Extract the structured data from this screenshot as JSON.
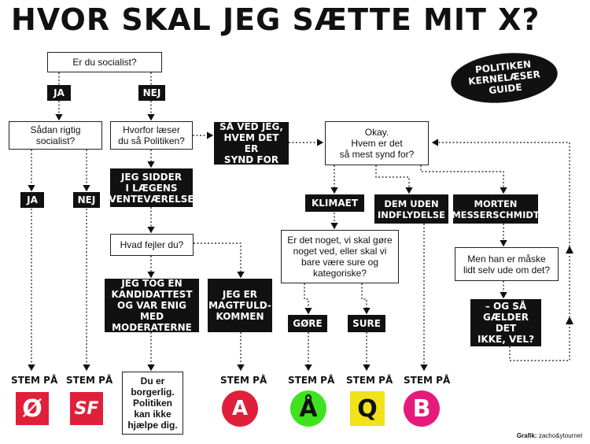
{
  "title": "HVOR SKAL JEG SÆTTE MIT X?",
  "guide": "POLITIKEN\nKERNELÆSER\nGUIDE",
  "nodes": {
    "q_socialist": "Er du socialist?",
    "ja1": "JA",
    "nej1": "NEJ",
    "q_rigtig": "Sådan rigtig\nsocialist?",
    "q_hvorfor": "Hvorfor læser\ndu så Politiken?",
    "synd_for": "SÅ VED JEG,\nHVEM DET ER\nSYND FOR",
    "q_okay": "Okay.\nHvem er det\nså mest synd for?",
    "ja2": "JA",
    "nej2": "NEJ",
    "venteværelse": "JEG SIDDER\nI LÆGENS\nVENTEVÆRELSE",
    "klimaet": "KLIMAET",
    "dem_uden": "DEM UDEN\nINDFLYDELSE",
    "morten": "MORTEN\nMESSERSCHMIDT",
    "q_fejler": "Hvad fejler du?",
    "q_gore": "Er det noget, vi skal gøre\nnoget ved, eller skal vi\nbare være sure og\nkategoriske?",
    "q_selv_ude": "Men han er måske\nlidt selv ude om det?",
    "kandidattest": "JEG TOG EN\nKANDIDATTEST\nOG VAR ENIG MED\nMODERATERNE",
    "magtfuld": "JEG ER\nMAGTFULD-\nKOMMEN",
    "gore": "GØRE",
    "sure": "SURE",
    "og_saa": "– OG SÅ\nGÆLDER DET\nIKKE, VEL?",
    "borgerlig": "Du er\nborgerlig.\nPolitiken\nkan ikke\nhjælpe dig."
  },
  "stem_label": "STEM PÅ",
  "parties": [
    {
      "symbol": "Ø",
      "color": "#e0203a",
      "shape": "square"
    },
    {
      "symbol": "SF",
      "color": "#e0203a",
      "shape": "square"
    },
    {
      "symbol": "A",
      "color": "#e0203a",
      "shape": "circle"
    },
    {
      "symbol": "Å",
      "color": "#3fe21e",
      "shape": "circle"
    },
    {
      "symbol": "Q",
      "color": "#f1e21a",
      "shape": "square"
    },
    {
      "symbol": "B",
      "color": "#e6197d",
      "shape": "circle"
    }
  ],
  "credit_bold": "Grafik:",
  "credit": "zacho&ytournel"
}
